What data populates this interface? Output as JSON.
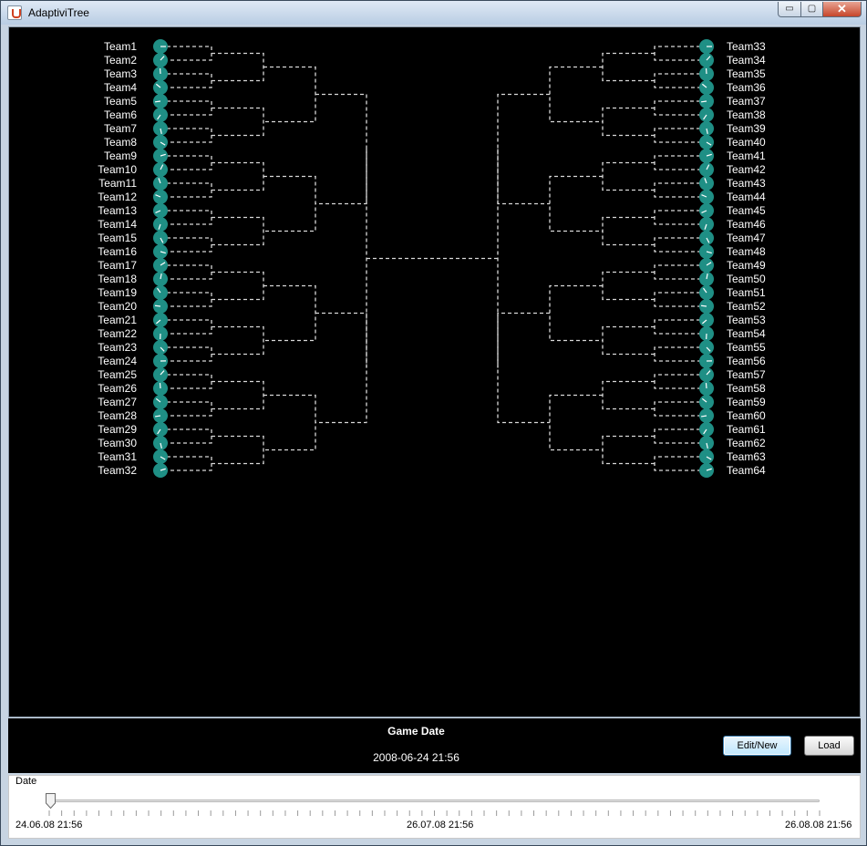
{
  "window": {
    "title": "AdaptiviTree",
    "controls": {
      "minimize": "▭",
      "maximize": "▢",
      "close": "✕"
    }
  },
  "bracket": {
    "left_teams": [
      "Team1",
      "Team2",
      "Team3",
      "Team4",
      "Team5",
      "Team6",
      "Team7",
      "Team8",
      "Team9",
      "Team10",
      "Team11",
      "Team12",
      "Team13",
      "Team14",
      "Team15",
      "Team16",
      "Team17",
      "Team18",
      "Team19",
      "Team20",
      "Team21",
      "Team22",
      "Team23",
      "Team24",
      "Team25",
      "Team26",
      "Team27",
      "Team28",
      "Team29",
      "Team30",
      "Team31",
      "Team32"
    ],
    "right_teams": [
      "Team33",
      "Team34",
      "Team35",
      "Team36",
      "Team37",
      "Team38",
      "Team39",
      "Team40",
      "Team41",
      "Team42",
      "Team43",
      "Team44",
      "Team45",
      "Team46",
      "Team47",
      "Team48",
      "Team49",
      "Team50",
      "Team51",
      "Team52",
      "Team53",
      "Team54",
      "Team55",
      "Team56",
      "Team57",
      "Team58",
      "Team59",
      "Team60",
      "Team61",
      "Team62",
      "Team63",
      "Team64"
    ],
    "colors": {
      "background": "#000000",
      "line": "#d8d8d8",
      "marker": "#1f8f85",
      "text": "#ffffff"
    },
    "marker_icon": "clock-pie-icon"
  },
  "info": {
    "game_date_label": "Game Date",
    "game_date_value": "2008-06-24 21:56",
    "edit_button": "Edit/New",
    "load_button": "Load"
  },
  "slider": {
    "title": "Date",
    "label_start": "24.06.08 21:56",
    "label_mid": "26.07.08 21:56",
    "label_end": "26.08.08 21:56",
    "position_fraction": 0.0
  }
}
